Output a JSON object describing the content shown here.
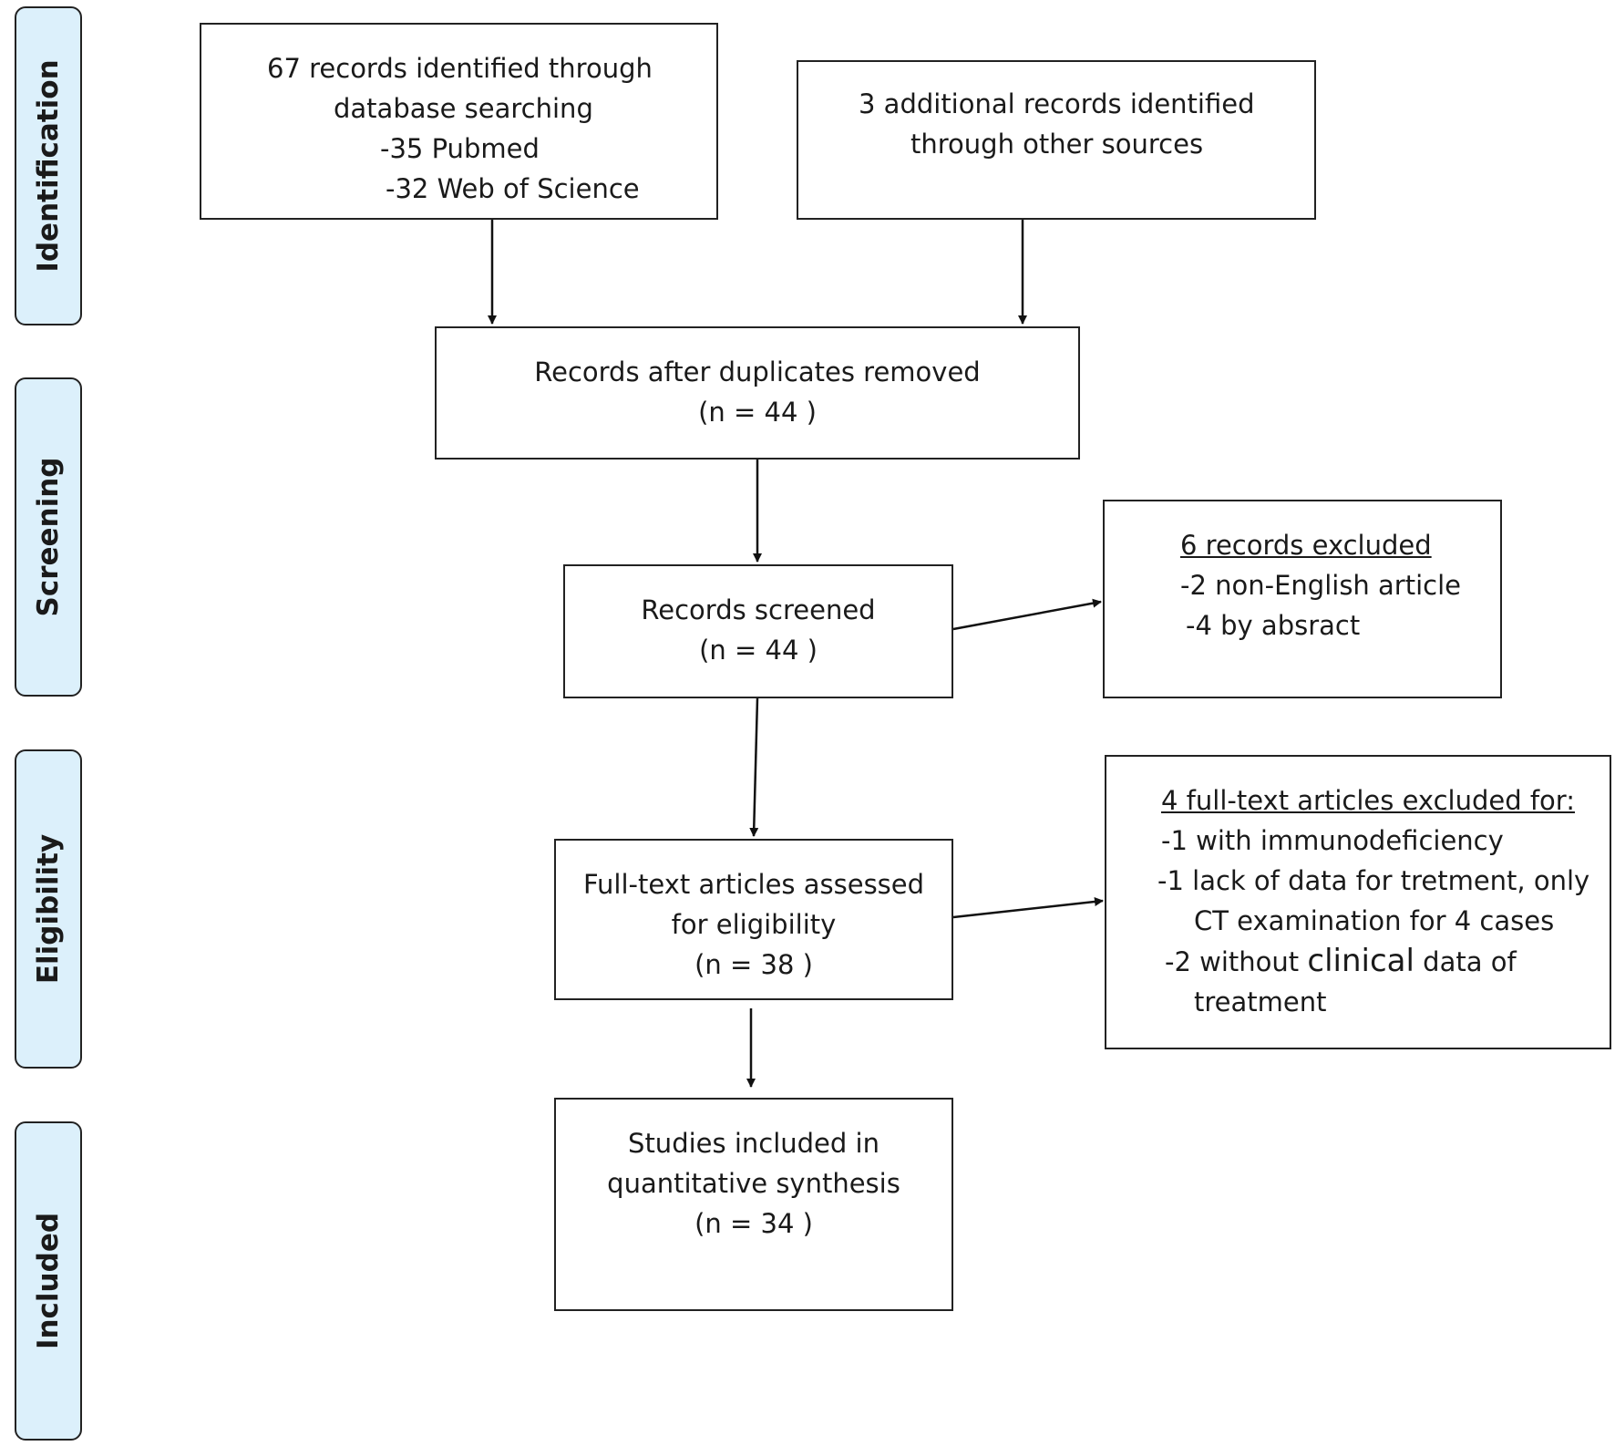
{
  "stages": {
    "identification": "Identification",
    "screening": "Screening",
    "eligibility": "Eligibility",
    "included": "Included"
  },
  "boxes": {
    "database": {
      "line1": "67 records identified through",
      "line2": "database searching",
      "line3": "-35 Pubmed",
      "line4": "-32 Web of Science"
    },
    "other_sources": {
      "line1": "3 additional records identified",
      "line2": "through other sources"
    },
    "duplicates_removed": {
      "line1": "Records after duplicates removed",
      "line2": "(n = 44 )"
    },
    "screened": {
      "line1": "Records screened",
      "line2": "(n = 44 )"
    },
    "screen_excluded": {
      "title": "6 records excluded",
      "line1": "-2 non-English article",
      "line2": "-4 by absract"
    },
    "fulltext": {
      "line1": "Full-text articles assessed",
      "line2": "for eligibility",
      "line3": "(n = 38  )"
    },
    "fulltext_excluded": {
      "title": "4 full-text articles excluded for:",
      "line1": "-1 with immunodeficiency",
      "line2": "-1 lack of data for tretment, only",
      "line3": "CT examination for 4 cases",
      "line4a": "-2 without ",
      "line4b": "clinical",
      "line4c": " data of",
      "line5": "treatment"
    },
    "included": {
      "line1": "Studies included in",
      "line2": "quantitative synthesis",
      "line3": "(n = 34  )"
    }
  }
}
